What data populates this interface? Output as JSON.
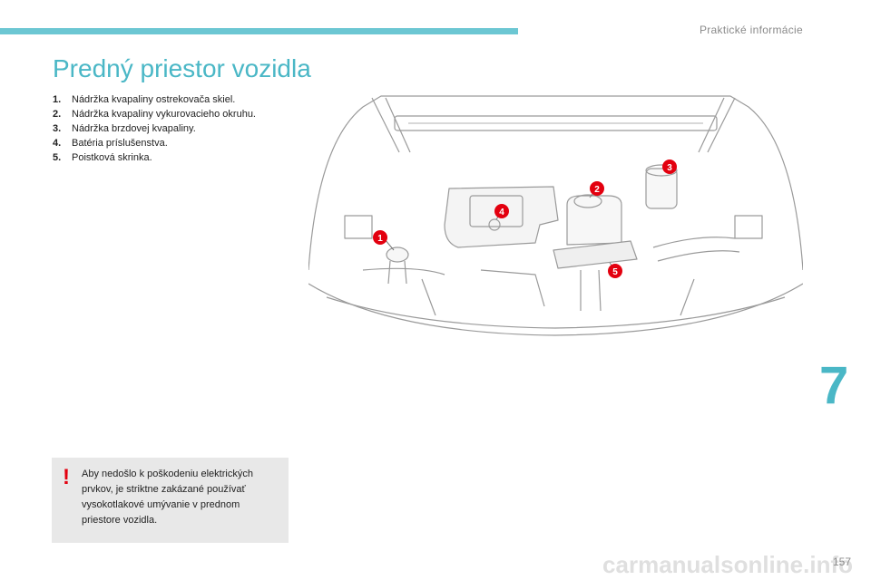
{
  "header": {
    "section_title": "Praktické informácie",
    "accent_color": "#6cc7d3"
  },
  "page_title": "Predný priestor vozidla",
  "parts": [
    {
      "num": "1.",
      "label": "Nádržka kvapaliny ostrekovača skiel."
    },
    {
      "num": "2.",
      "label": "Nádržka kvapaliny vykurovacieho okruhu."
    },
    {
      "num": "3.",
      "label": "Nádržka brzdovej kvapaliny."
    },
    {
      "num": "4.",
      "label": "Batéria príslušenstva."
    },
    {
      "num": "5.",
      "label": "Poistková skrinka."
    }
  ],
  "diagram": {
    "callouts": [
      "1",
      "2",
      "3",
      "4",
      "5"
    ],
    "callout_color": "#e3000f"
  },
  "warning": {
    "icon": "exclamation-icon",
    "text": "Aby nedošlo k poškodeniu elektrických prvkov, je striktne zakázané používať vysokotlakové umývanie v prednom priestore vozidla."
  },
  "chapter_number": "7",
  "page_number": "157",
  "watermark": "carmanualsonline.info"
}
